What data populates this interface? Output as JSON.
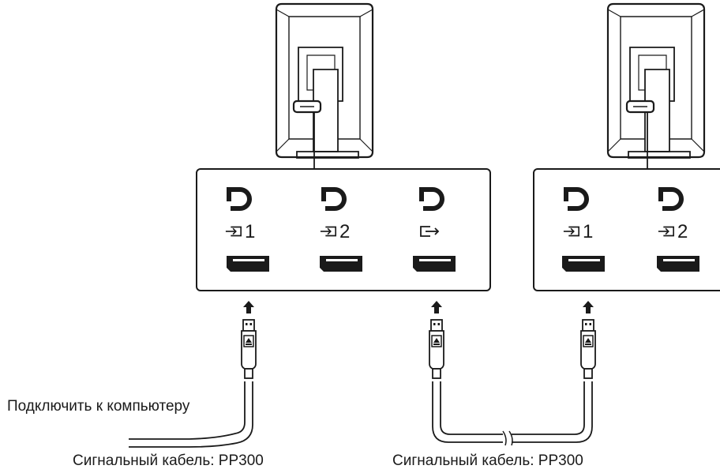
{
  "labels": {
    "connect_to_pc": "Подключить к компьютеру",
    "cable_left": "Сигнальный кабель: PP300",
    "cable_right": "Сигнальный кабель: PP300"
  },
  "monitors": [
    {
      "ports": [
        {
          "kind": "input",
          "number": "1"
        },
        {
          "kind": "input",
          "number": "2"
        },
        {
          "kind": "output",
          "number": ""
        }
      ]
    },
    {
      "ports": [
        {
          "kind": "input",
          "number": "1"
        },
        {
          "kind": "input",
          "number": "2"
        }
      ]
    }
  ],
  "colors": {
    "line": "#1a1a1a",
    "background": "#ffffff",
    "text": "#1a1a1a"
  },
  "icons": [
    "displayport-logo-icon",
    "input-arrow-icon",
    "output-arrow-icon",
    "displayport-socket-icon",
    "up-arrow-icon",
    "displayport-plug-icon"
  ]
}
